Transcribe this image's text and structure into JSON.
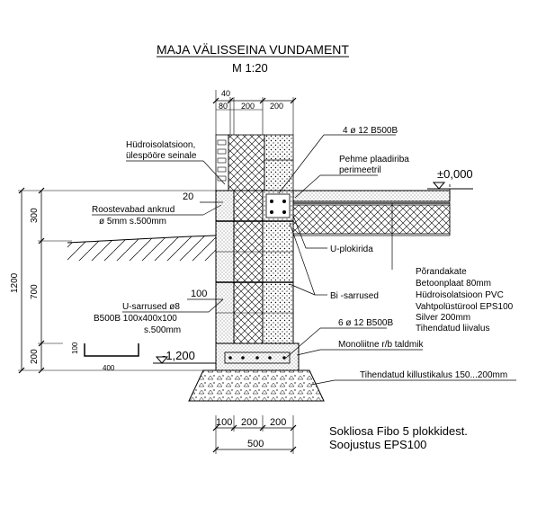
{
  "title": "MAJA VÄLISSEINA VUNDAMENT",
  "scale": "M 1:20",
  "dims_top": {
    "total": "40",
    "a": "80",
    "b": "200",
    "c": "200"
  },
  "dims_left": {
    "total": "1200",
    "d300": "300",
    "d700": "700",
    "d200": "200"
  },
  "dims_bottom": {
    "a": "100",
    "b": "200",
    "c": "200",
    "total": "500"
  },
  "labels": {
    "hydroinsulation": "Hüdroisolatsioon,",
    "hydroinsulation2": "ülespööre seinale",
    "anchor": "Roostevabad ankrud",
    "anchor2": "ø 5mm s.500mm",
    "anchor_dim": "20",
    "rebar_u": "U-sarrused ø8",
    "rebar_u2": "B500B 100x400x100",
    "rebar_u3": "s.500mm",
    "rebar_u_dim": "100",
    "detail_h": "100",
    "detail_w": "400",
    "level_bottom": "-1,200",
    "level_top": "±0,000",
    "rebar_top": "4 ø 12 B500B",
    "felt": "Pehme plaadiriba",
    "felt2": "perimeetril",
    "u_blocks": "U-plokirida",
    "bi_rebar": "Bi -sarrused",
    "rebar_bottom": "6 ø 12 B500B",
    "footing": "Monoliitne r/b taldmik",
    "gravel": "Tihendatud killustikalus 150...200mm",
    "floor_title": "Põrandakate",
    "floor1": "Betoonplaat 80mm",
    "floor2": "Hüdroisolatsioon PVC",
    "floor3": "Vahtpolüstürool EPS100",
    "floor4": "Silver 200mm",
    "floor5": "Tihendatud liivalus",
    "note1": "Sokliosa Fibo 5 plokkidest.",
    "note2": "Soojustus EPS100"
  }
}
